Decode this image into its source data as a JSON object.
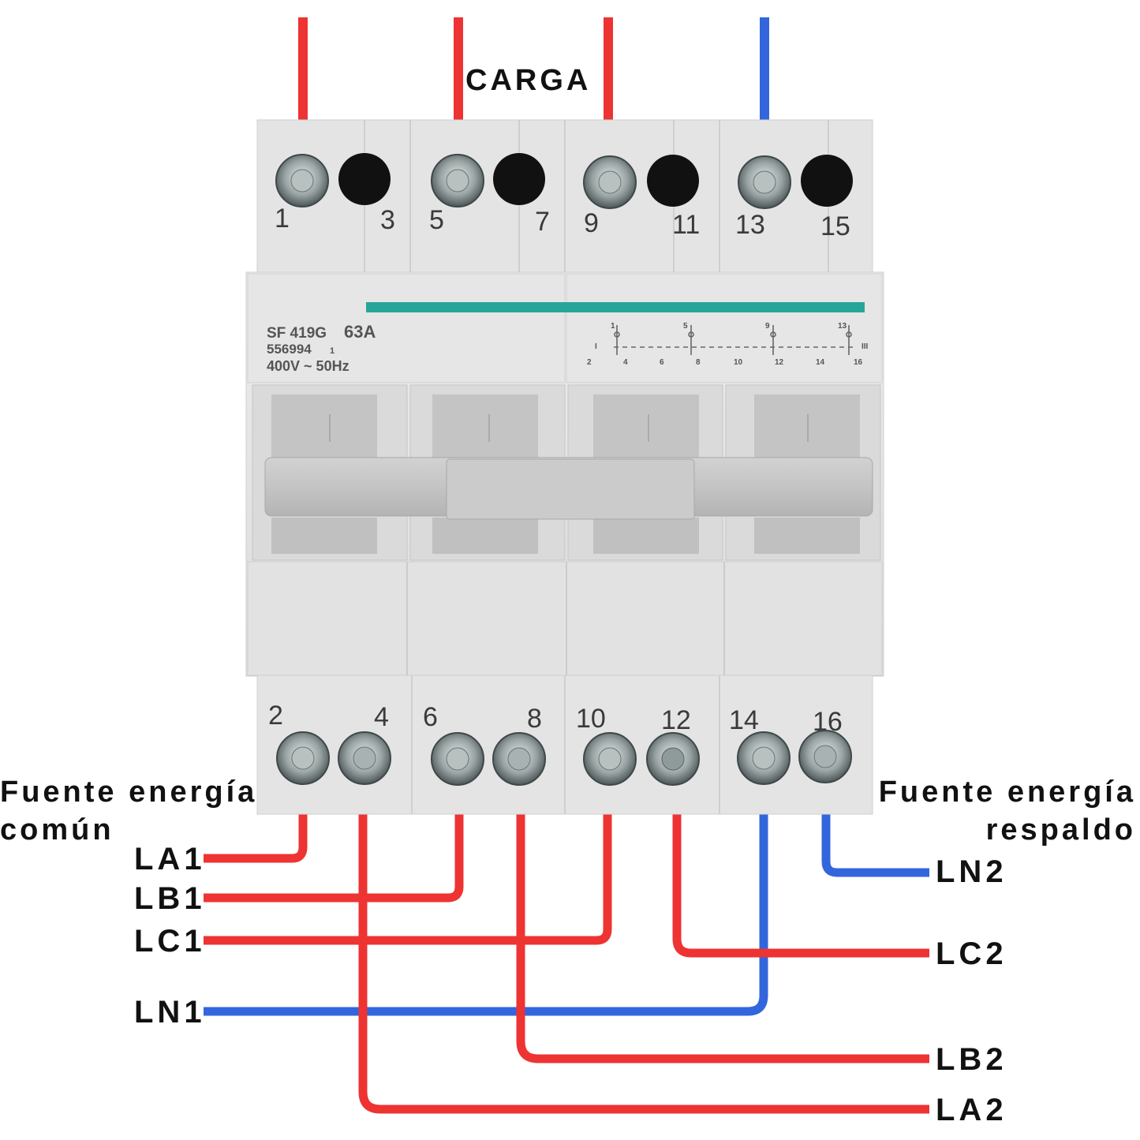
{
  "title": "CARGA",
  "source_common": {
    "line1": "Fuente energía",
    "line2": "común"
  },
  "source_backup": {
    "line1": "Fuente energía",
    "line2": "respaldo"
  },
  "device": {
    "model": "SF 419G",
    "rating": "63A",
    "code": "556994",
    "code_suffix": "1",
    "voltage": "400V ~  50Hz"
  },
  "schematic": {
    "top_labels": [
      "1",
      "5",
      "9",
      "13"
    ],
    "bottom_labels": [
      "2",
      "4",
      "6",
      "8",
      "10",
      "12",
      "14",
      "16"
    ],
    "left_mark": "I",
    "right_mark": "III"
  },
  "top_terminals": [
    "1",
    "3",
    "5",
    "7",
    "9",
    "11",
    "13",
    "15"
  ],
  "bottom_terminals": [
    "2",
    "4",
    "6",
    "8",
    "10",
    "12",
    "14",
    "16"
  ],
  "wires_left": [
    {
      "label": "LA1",
      "color": "#ee3333"
    },
    {
      "label": "LB1",
      "color": "#ee3333"
    },
    {
      "label": "LC1",
      "color": "#ee3333"
    },
    {
      "label": "LN1",
      "color": "#3366dd"
    }
  ],
  "wires_right": [
    {
      "label": "LN2",
      "color": "#3366dd"
    },
    {
      "label": "LC2",
      "color": "#ee3333"
    },
    {
      "label": "LB2",
      "color": "#ee3333"
    },
    {
      "label": "LA2",
      "color": "#ee3333"
    }
  ],
  "colors": {
    "phase": "#ee3333",
    "neutral": "#3366dd",
    "accent_strip": "#26a69a"
  }
}
